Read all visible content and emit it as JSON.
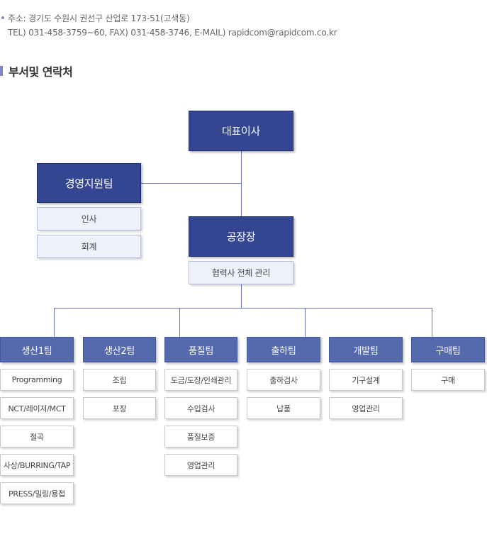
{
  "address": {
    "line1": "주소: 경기도 수원시 권선구 산업로 173-51(고색동)",
    "line2": "TEL) 031-458-3759~60,  FAX) 031-458-3746, E-MAIL) rapidcom@rapidcom.co.kr"
  },
  "section": {
    "title": "부서및 연락처"
  },
  "org": {
    "ceo": "대표이사",
    "support": {
      "name": "경영지원팀",
      "items": [
        "인사",
        "회계"
      ]
    },
    "factory": {
      "name": "공장장",
      "sub": "협력사 전체 관리"
    },
    "teams": [
      {
        "name": "생산1팀",
        "items": [
          "Programming",
          "NCT/레이저/MCT",
          "절곡",
          "사상/BURRING/TAP",
          "PRESS/밀링/용접"
        ]
      },
      {
        "name": "생산2팀",
        "items": [
          "조립",
          "포장"
        ]
      },
      {
        "name": "품질팀",
        "items": [
          "도금/도장/인쇄관리",
          "수입검사",
          "품질보증",
          "영업관리"
        ]
      },
      {
        "name": "출하팀",
        "items": [
          "출하검사",
          "납품"
        ]
      },
      {
        "name": "개발팀",
        "items": [
          "기구설계",
          "영업관리"
        ]
      },
      {
        "name": "구매팀",
        "items": [
          "구매"
        ]
      }
    ]
  },
  "colors": {
    "dark_node": "#344592",
    "team_node": "#5569ad",
    "light_node": "#eef0fb",
    "connector": "#6a77a8",
    "section_bar": "#7c89c5"
  }
}
